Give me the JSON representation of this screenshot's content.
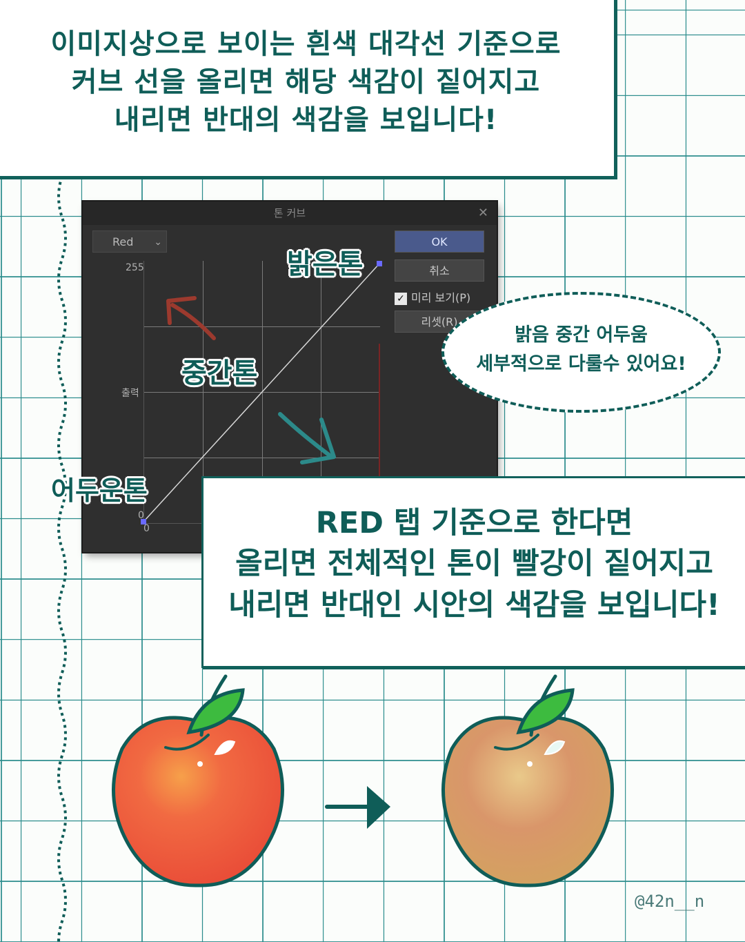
{
  "top_box": {
    "lines": [
      "이미지상으로 보이는 흰색 대각선 기준으로",
      "커브 선을 올리면 해당 색감이 짙어지고",
      "내리면 반대의 색감을 보입니다!"
    ]
  },
  "dialog": {
    "title": "톤 커브",
    "close": "✕",
    "channel": "Red",
    "y_max": "255",
    "y_label": "출력",
    "y_min": "0",
    "x_min": "0",
    "ok": "OK",
    "cancel": "취소",
    "preview": "미리 보기(P)",
    "reset": "리셋(R)"
  },
  "labels": {
    "bright": "밝은톤",
    "mid": "중간톤",
    "dark": "어두운톤"
  },
  "bubble": {
    "line1": "밝음 중간 어두움",
    "line2": "세부적으로 다룰수 있어요!"
  },
  "bottom_box": {
    "lines": [
      "RED 탭 기준으로 한다면",
      "올리면 전체적인 톤이 빨강이 짙어지고",
      "내리면 반대인 시안의 색감을 보입니다!"
    ]
  },
  "handle": "@42n__n",
  "colors": {
    "ink": "#0f5d58",
    "grid": "#2a8c8c",
    "red_arrow": "#9c3a2e",
    "cyan_arrow": "#2c8a8a",
    "apple_red": "#ef5a3c",
    "apple_muted": "#d79463",
    "leaf": "#3dbb3f"
  }
}
